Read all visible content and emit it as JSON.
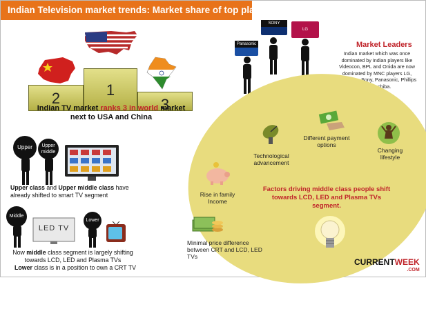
{
  "header": {
    "title": "Indian Television market trends: Market share of top players"
  },
  "podium": {
    "ranks": [
      "2",
      "1",
      "3"
    ],
    "flags": [
      "china-flag",
      "usa-flag",
      "india-flag"
    ],
    "caption_pre": "Indian TV market ",
    "caption_highlight": "ranks 3 in world",
    "caption_post": " market next to USA and China"
  },
  "leaders": {
    "brands": [
      "Panasonic",
      "SONY",
      "LG"
    ],
    "title": "Market Leaders",
    "text": "Indian market which was once dominated by Indian players like Videocon, BPL and Onida are now dominated by MNC players LG, Samsung, Sony, Panasonic, Phillips and Toshiba."
  },
  "classes": {
    "upper_label": "Upper",
    "upper_middle_label": "Upper middle",
    "upper_caption_b1": "Upper class",
    "upper_caption_mid": " and ",
    "upper_caption_b2": "Upper middle class",
    "upper_caption_rest": " have already shifted to smart TV segment",
    "middle_label": "Middle",
    "lower_label": "Lower",
    "led_tv_text": "LED TV",
    "middle_caption_pre": "Now ",
    "middle_caption_b": "middle",
    "middle_caption_post": " class segment is largely shifting towards LCD, LED and Plasma TVs",
    "lower_caption_b": "Lower",
    "lower_caption_post": " class is in a position to own a CRT TV"
  },
  "factors": {
    "tech": "Technological advancement",
    "payment": "Different payment options",
    "lifestyle": "Changing lifestyle",
    "income": "Rise in family Income",
    "price": "Minimal price difference between CRT and LCD, LED TVs",
    "main": "Factors driving middle class people shift towards LCD, LED and Plasma TVs segment."
  },
  "logo": {
    "main": "CURRENT",
    "accent": "WEEK",
    "suffix": ".COM"
  }
}
